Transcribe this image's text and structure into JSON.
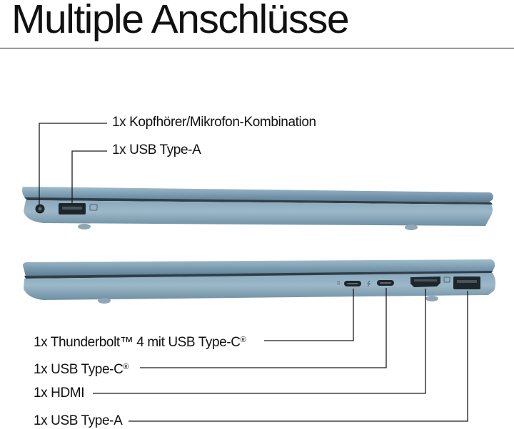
{
  "title": "Multiple Anschlüsse",
  "left_side": {
    "ports": [
      {
        "label": "1x Kopfhörer/Mikrofon-Kombination"
      },
      {
        "label": "1x USB Type-A"
      }
    ]
  },
  "right_side": {
    "ports": [
      {
        "label_main": "1x Thunderbolt™ 4 mit USB Type-C",
        "label_mark": "®"
      },
      {
        "label_main": "1x USB Type-C",
        "label_mark": "®"
      },
      {
        "label_main": "1x HDMI",
        "label_mark": ""
      },
      {
        "label_main": "1x USB Type-A",
        "label_mark": ""
      }
    ]
  },
  "colors": {
    "laptop_body": "#7e9eb2",
    "laptop_shadow": "#4d6778",
    "leader_line": "#1a1a1a"
  }
}
